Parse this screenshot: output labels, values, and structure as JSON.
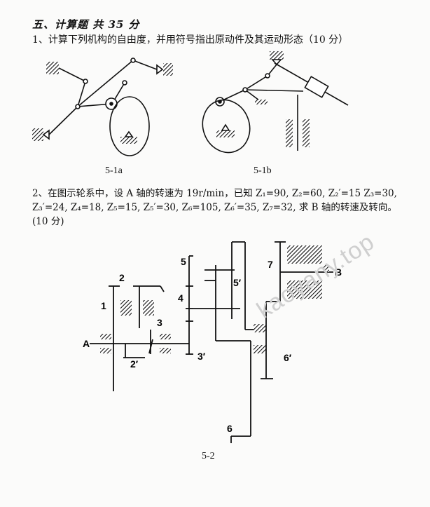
{
  "section_title": "五、计算题    共 35 分",
  "q1": {
    "text": "1、计算下列机构的自由度，并用符号指出原动件及其运动形态（10 分）",
    "fig_a_label": "5-1a",
    "fig_b_label": "5-1b"
  },
  "q2": {
    "text": "2、在图示轮系中，设 A 轴的转速为 19r/min，已知 Z₁=90, Z₂=60, Z₂′=15 Z₃=30, Z₃′=24, Z₄=18, Z₅=15, Z₅′=30, Z₆=105, Z₆′=35, Z₇=32, 求 B 轴的转速及转向。(10 分)"
  },
  "gear_labels": {
    "g1": "1",
    "g2": "2",
    "g2p": "2′",
    "g3": "3",
    "g3p": "3′",
    "g4": "4",
    "g5": "5",
    "g5p": "5′",
    "g6": "6",
    "g6p": "6′",
    "g7": "7",
    "shaftA": "A",
    "shaftB": "B"
  },
  "figure_label": "5-2",
  "watermark": "kaoyany.top"
}
